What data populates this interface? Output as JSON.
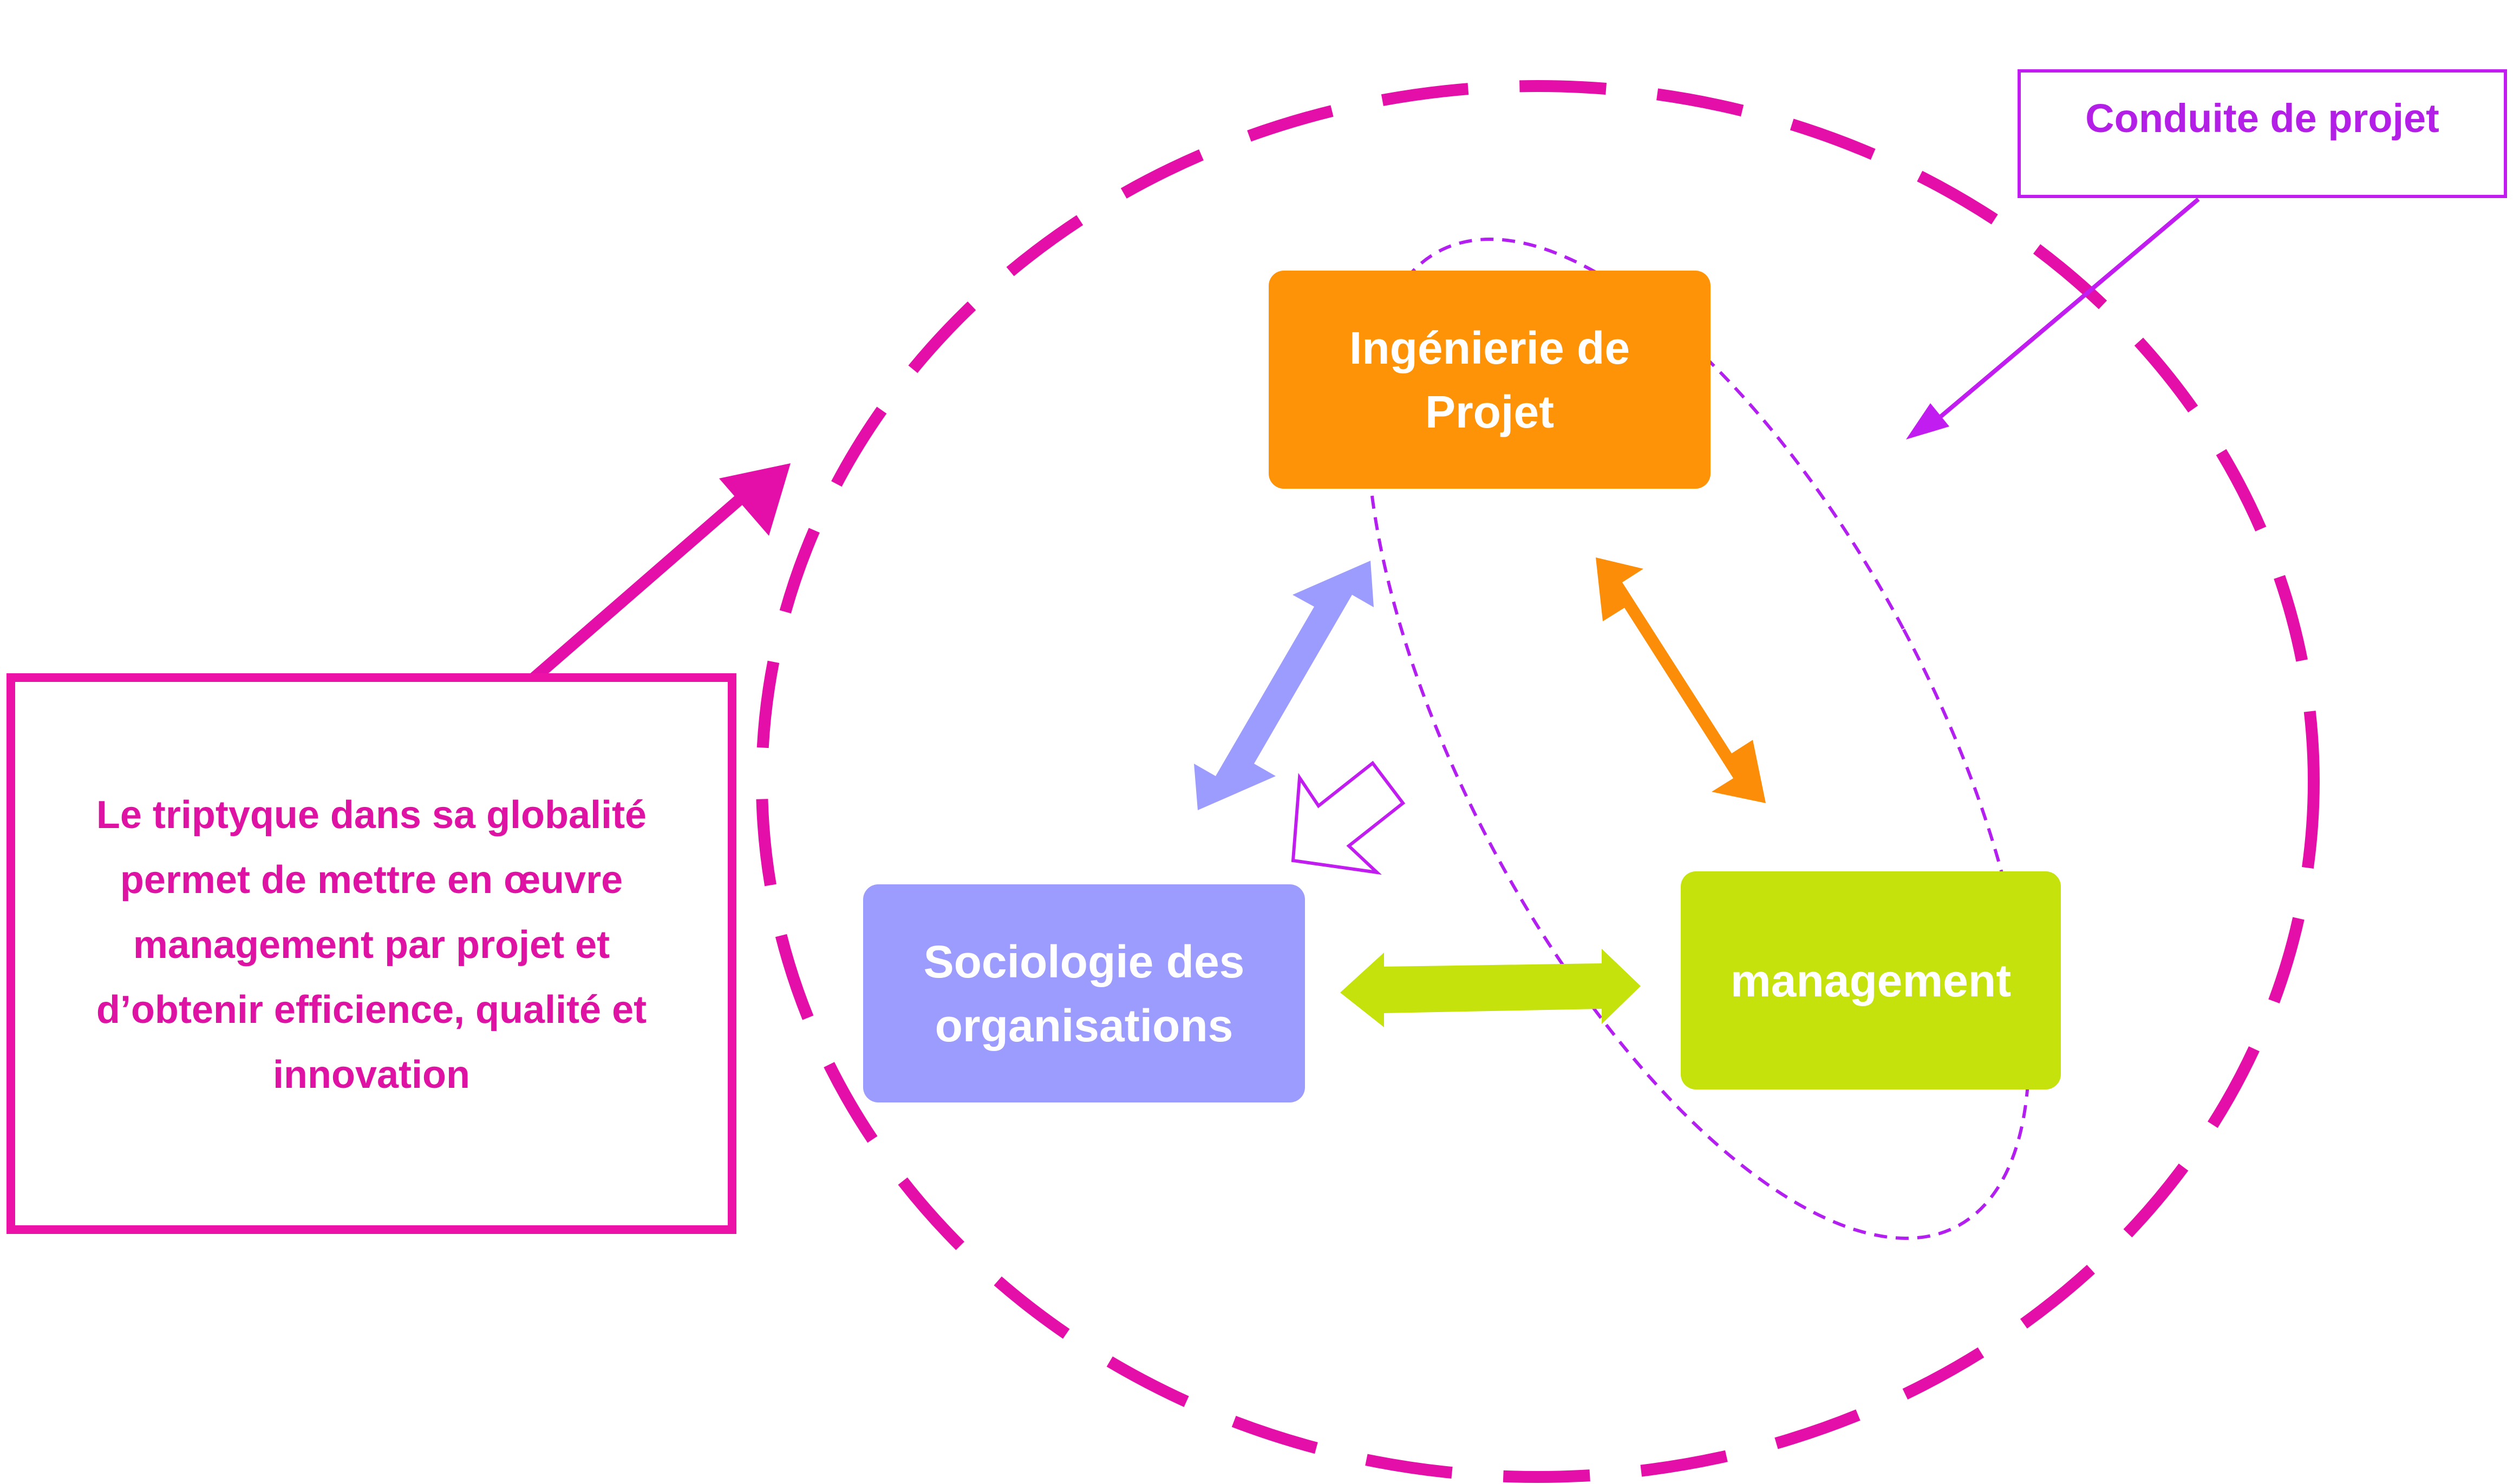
{
  "diagram": {
    "nodes": {
      "ingenierie": {
        "label": "Ingénierie de\nProjet",
        "color": "#ff9307"
      },
      "sociologie": {
        "label": "Sociologie des\norganisations",
        "color": "#9c9cfe"
      },
      "management": {
        "label": "management",
        "color": "#c5e20c"
      }
    },
    "annotations": {
      "conduite": {
        "label": "Conduite de projet",
        "color": "#b31fe6"
      },
      "triptyque": {
        "label": "Le triptyque dans sa globalité\npermet de mettre en œuvre\nmanagement par projet et\nd’obtenir efficience, qualité et\ninnovation",
        "color": "#df13a3"
      }
    },
    "connectors": [
      {
        "from": "ingenierie",
        "to": "sociologie",
        "style": "double-arrow",
        "color": "#9c9cfe"
      },
      {
        "from": "ingenierie",
        "to": "management",
        "style": "double-arrow",
        "color": "#fb8d08"
      },
      {
        "from": "sociologie",
        "to": "management",
        "style": "double-arrow",
        "color": "#c5e20c"
      }
    ],
    "colors": {
      "outer_ellipse": "#e40fa8",
      "inner_ellipse": "#b21ff0",
      "pointer_triptyque": "#e40fa8",
      "pointer_conduite": "#c11cf0",
      "hollow_arrow": "#c11cf0"
    }
  }
}
